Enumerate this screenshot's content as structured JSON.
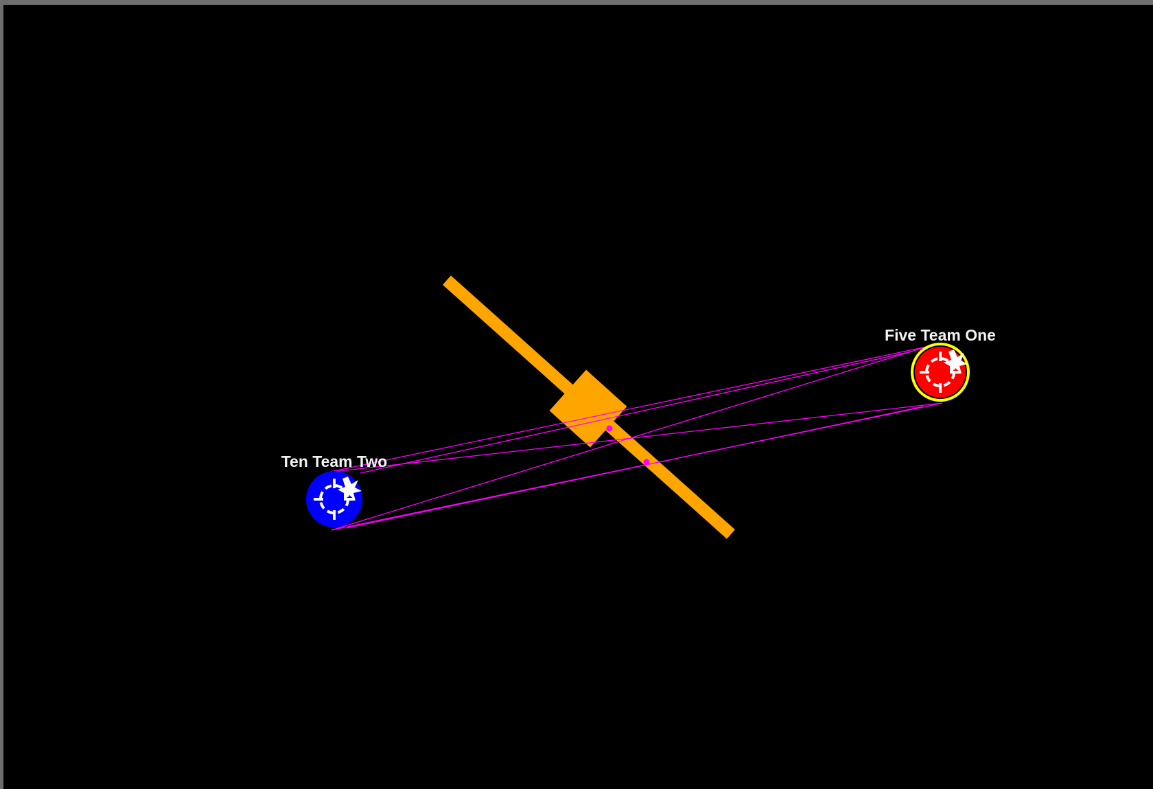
{
  "arena": {
    "background": "#000000",
    "frame_color": "#6e6e6e"
  },
  "players": [
    {
      "name": "Five Team One",
      "team_color": "#ff0000",
      "selected": true,
      "selection_color": "#ffff00",
      "icon": "crosshair-icon"
    },
    {
      "name": "Ten Team Two",
      "team_color": "#0000ff",
      "selected": false,
      "icon": "crosshair-icon"
    }
  ],
  "obstacle": {
    "color": "#ffa500",
    "shape": "rotating-bar-with-hub"
  },
  "sight_lines": {
    "color": "#ff00ff",
    "marker_color": "#ff00ff"
  }
}
